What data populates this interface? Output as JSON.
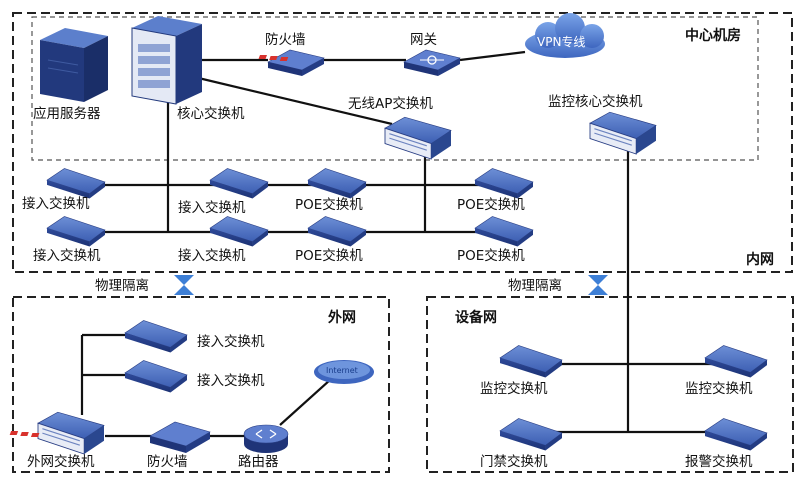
{
  "zones": {
    "center": "中心机房",
    "intranet": "内网",
    "extranet": "外网",
    "device_net": "设备网"
  },
  "isolation": {
    "left": "物理隔离",
    "right": "物理隔离"
  },
  "nodes": {
    "app_server": "应用服务器",
    "core_switch": "核心交换机",
    "firewall_top": "防火墙",
    "gateway": "网关",
    "vpn": "VPN专线",
    "wireless_ap_switch": "无线AP交换机",
    "monitor_core_switch": "监控核心交换机",
    "access_1": "接入交换机",
    "access_2": "接入交换机",
    "access_3": "接入交换机",
    "access_4": "接入交换机",
    "poe_1": "POE交换机",
    "poe_2": "POE交换机",
    "poe_3": "POE交换机",
    "poe_4": "POE交换机",
    "ext_access_1": "接入交换机",
    "ext_access_2": "接入交换机",
    "ext_switch": "外网交换机",
    "firewall_bottom": "防火墙",
    "router": "路由器",
    "internet": "Internet",
    "monitor_switch_1": "监控交换机",
    "monitor_switch_2": "监控交换机",
    "door_switch": "门禁交换机",
    "alarm_switch": "报警交换机"
  }
}
